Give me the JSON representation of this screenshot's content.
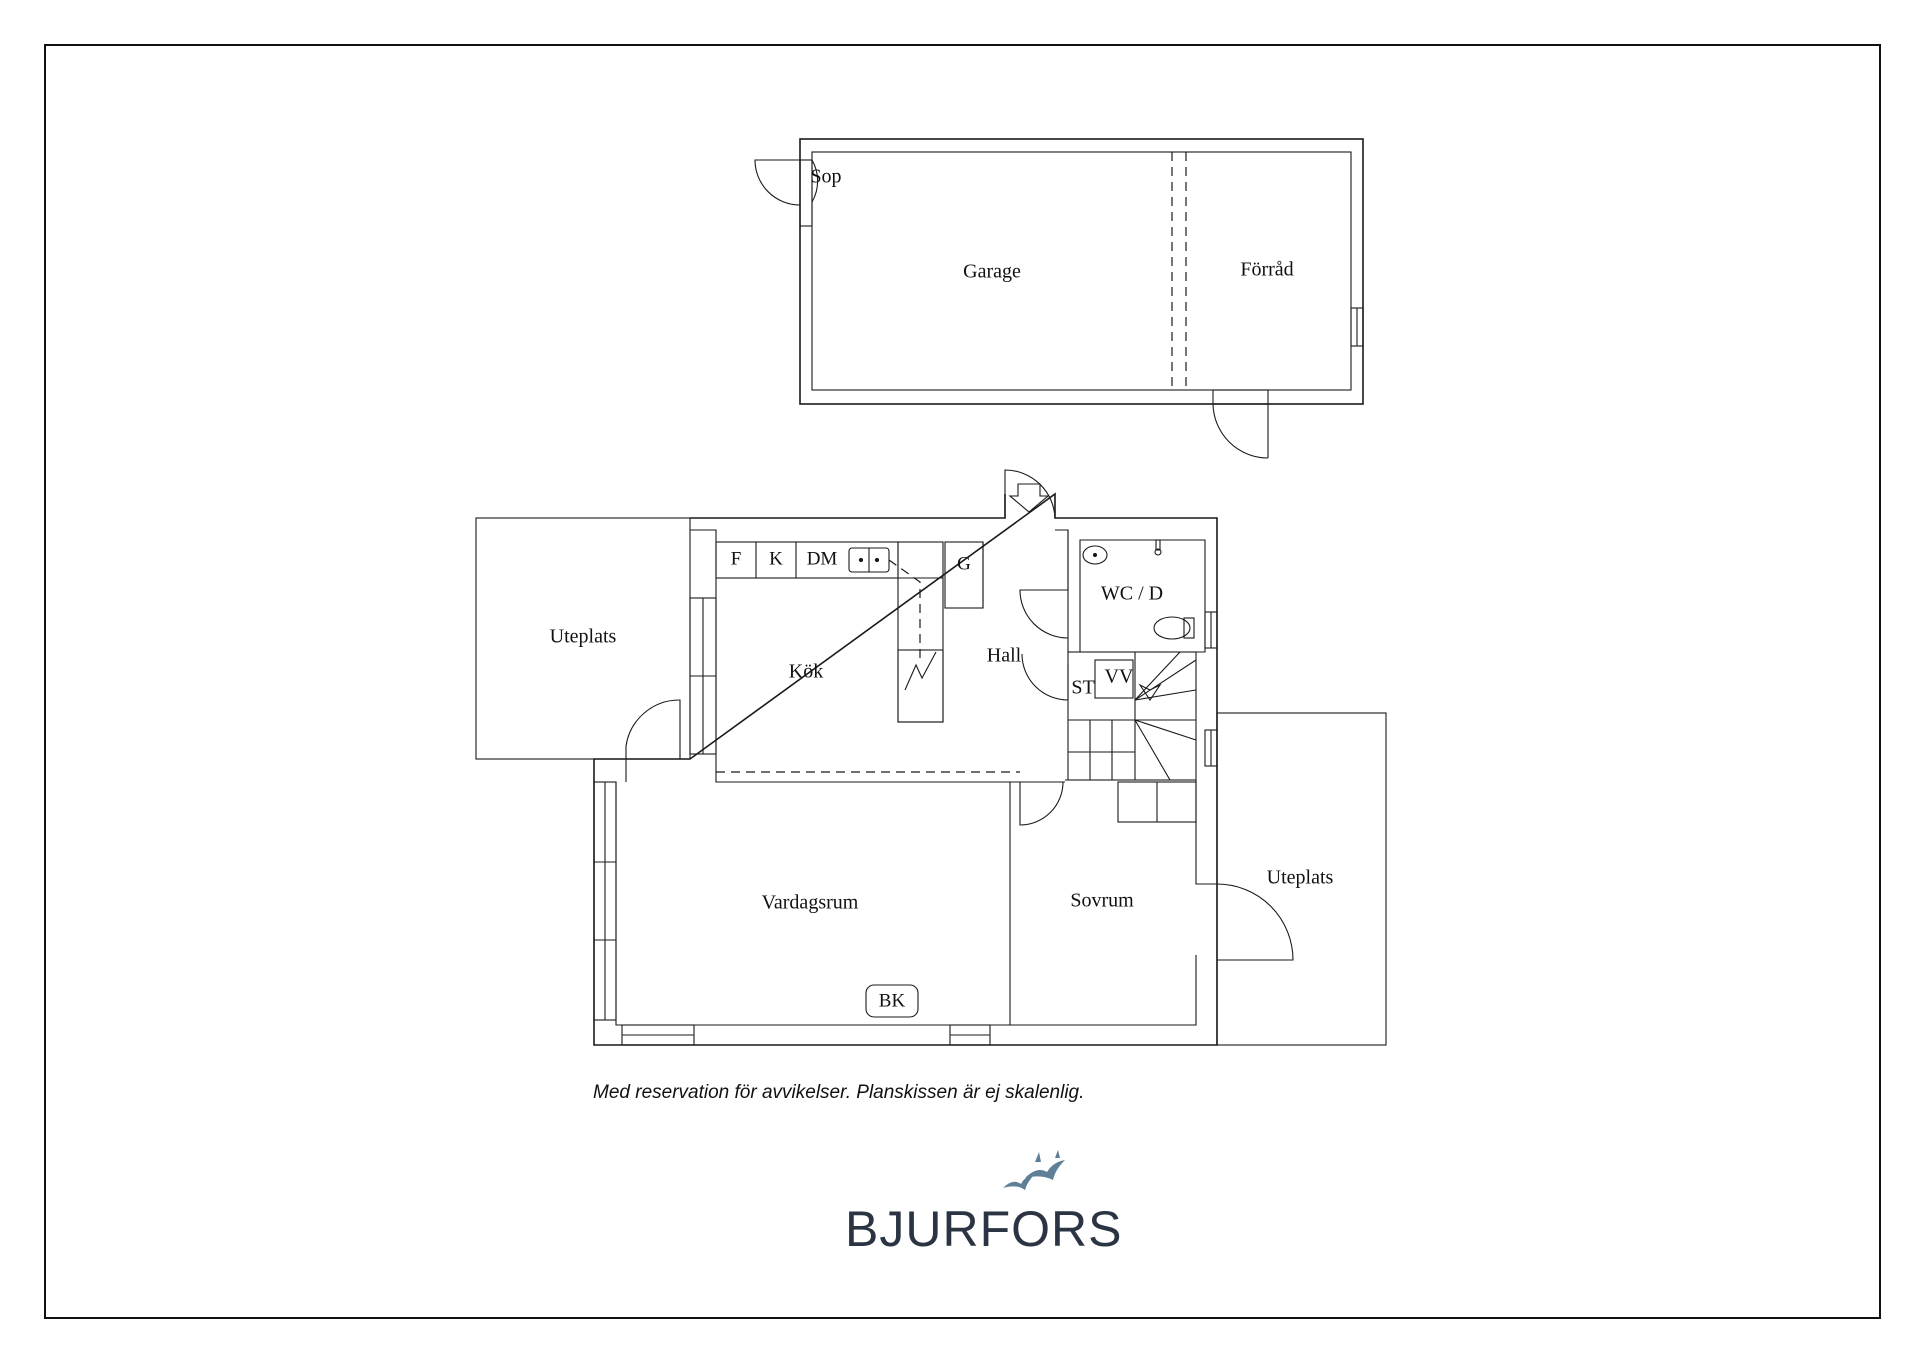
{
  "rooms": {
    "sop": "Sop",
    "garage": "Garage",
    "forrad": "Förråd",
    "uteplats_left": "Uteplats",
    "kok": "Kök",
    "hall": "Hall",
    "wc": "WC / D",
    "st": "ST",
    "vv": "VV",
    "vardagsrum": "Vardagsrum",
    "sovrum": "Sovrum",
    "uteplats_right": "Uteplats"
  },
  "fixtures": {
    "f": "F",
    "k": "K",
    "dm": "DM",
    "g": "G",
    "bk": "BK"
  },
  "disclaimer": "Med reservation för avvikelser. Planskissen är ej skalenlig.",
  "brand": {
    "name": "BJURFORS",
    "color": "#2a3442",
    "bird_color": "#5f7f96"
  }
}
